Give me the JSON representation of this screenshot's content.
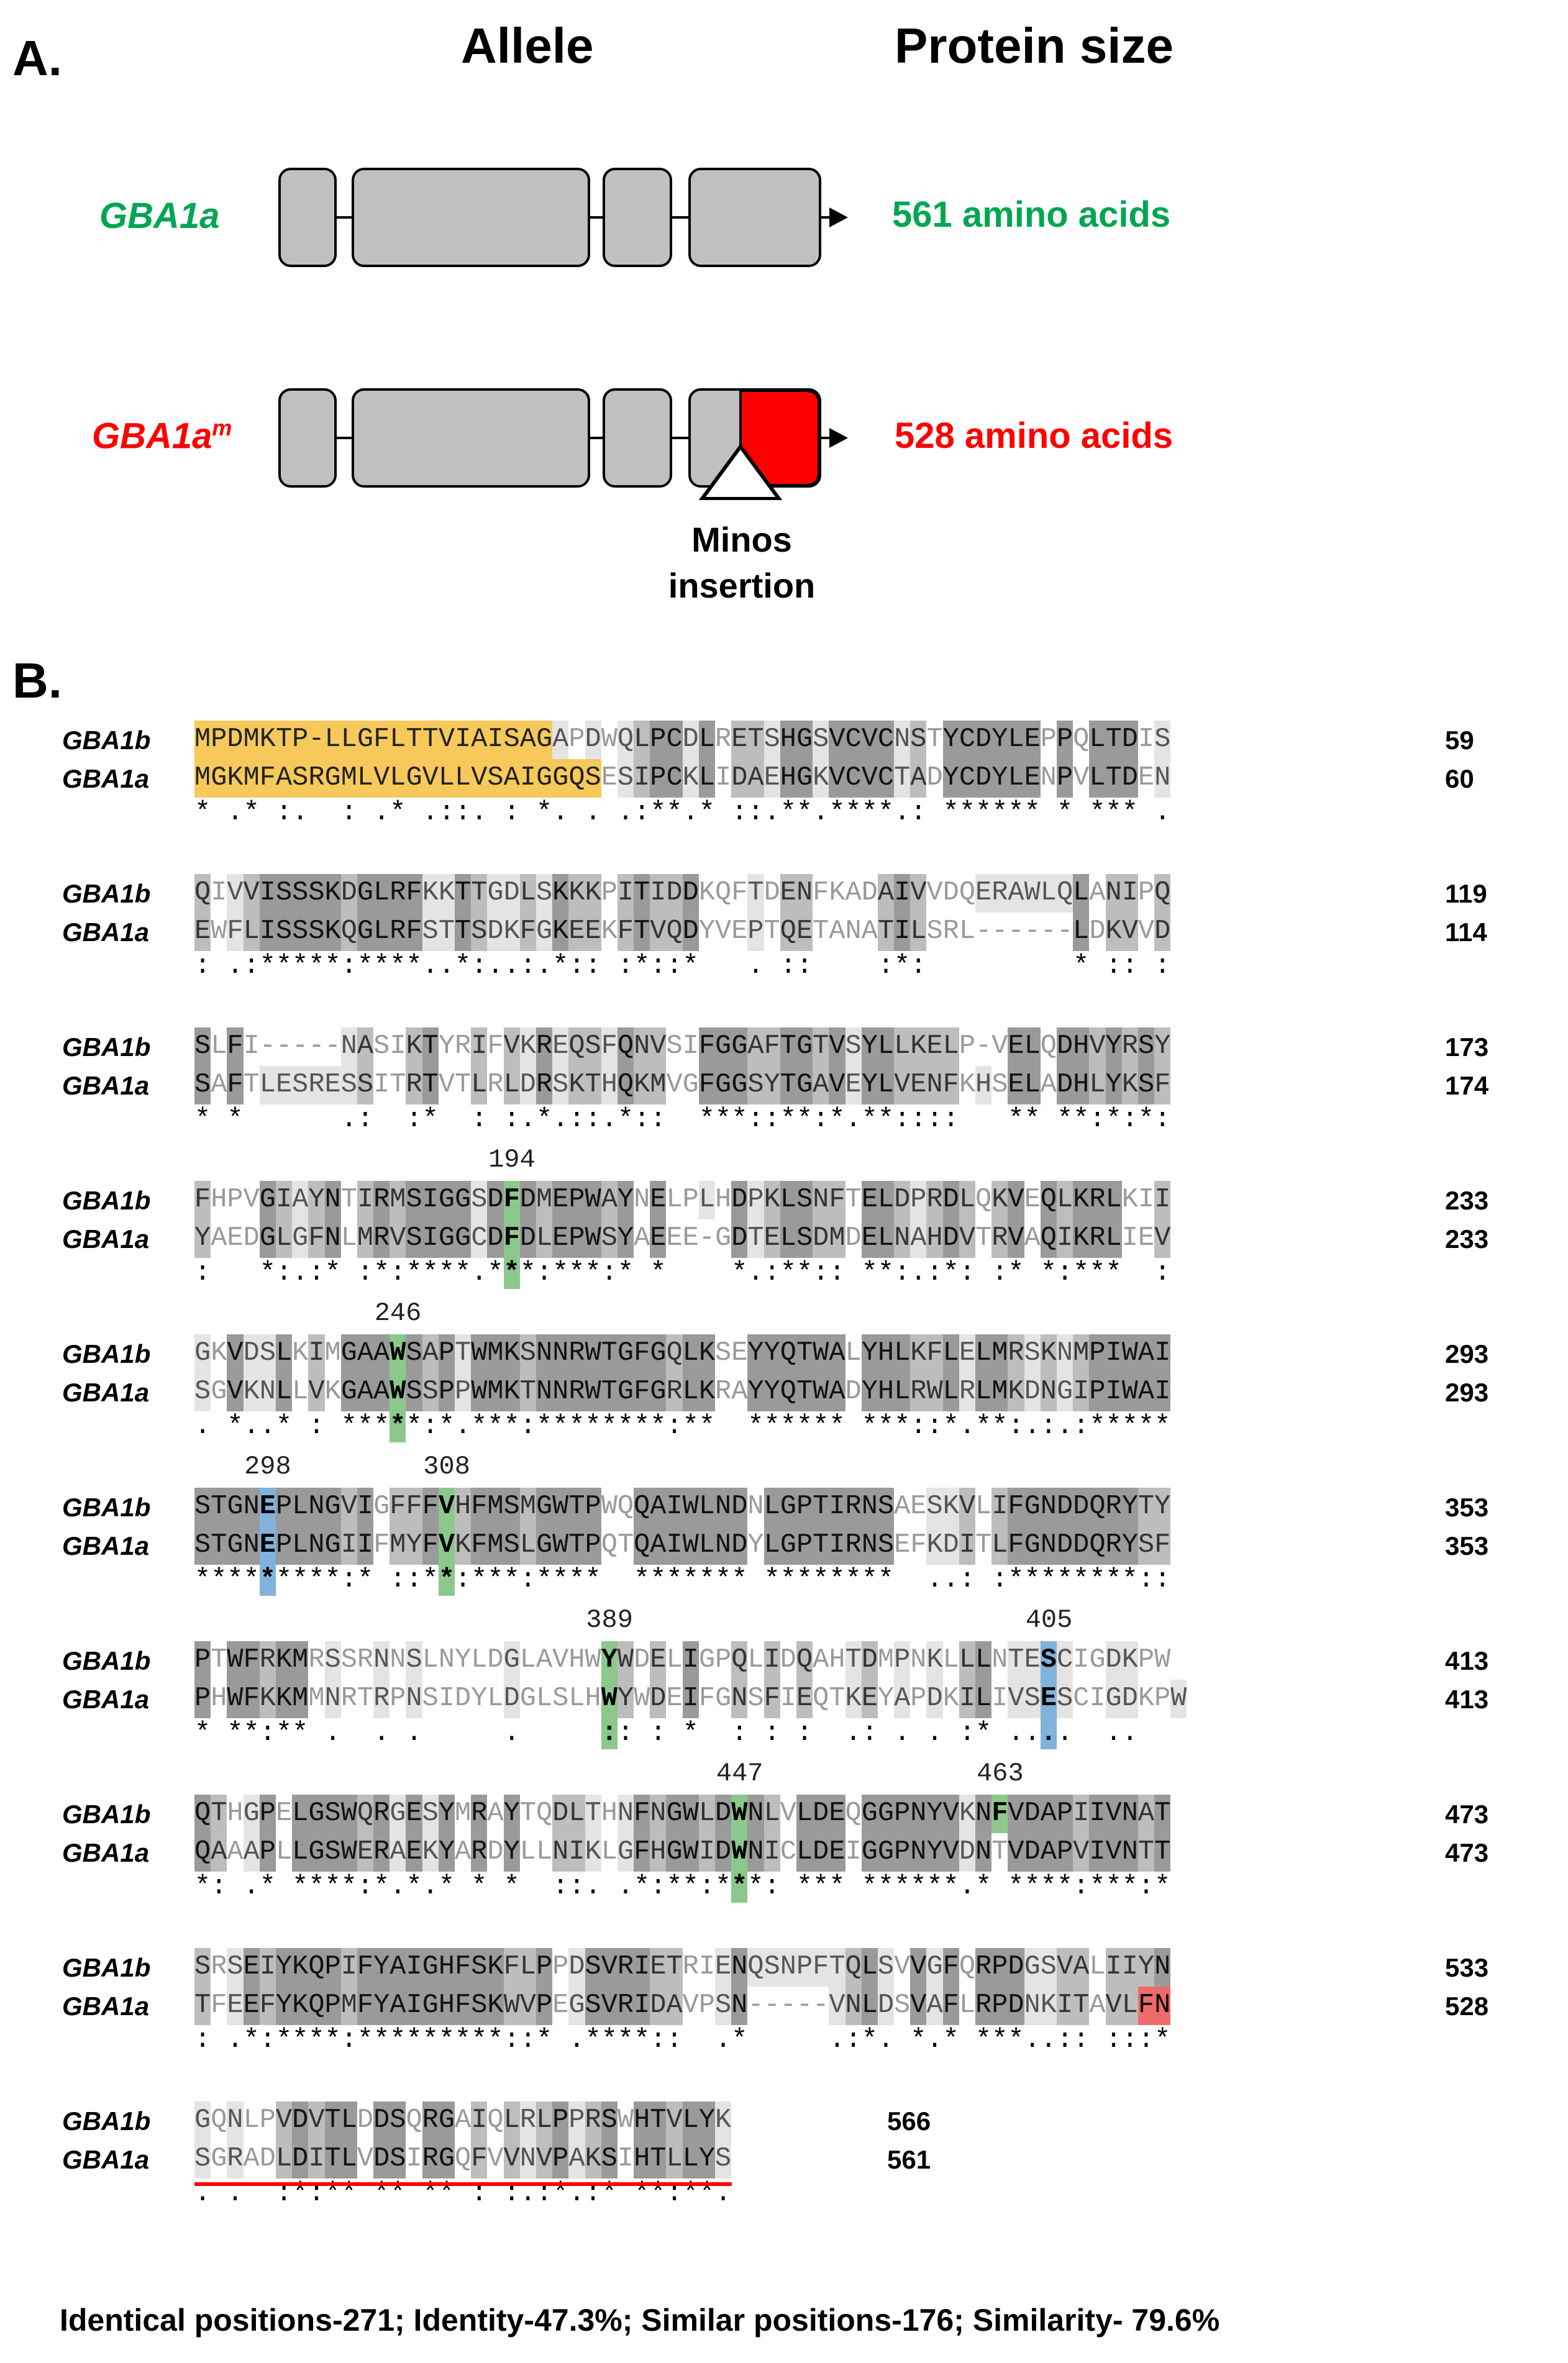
{
  "panelA": {
    "label": "A.",
    "header_allele": "Allele",
    "header_size": "Protein size",
    "alleles": [
      {
        "name": "GBA1a",
        "size": "561 amino acids",
        "color": "#00a651"
      },
      {
        "name": "GBA1a",
        "sup": "m",
        "size": "528 amino acids",
        "color": "#ff0000"
      }
    ],
    "exon_color": "#c0c0c0",
    "insert_color": "#ff0000",
    "insertion_label": "Minos insertion"
  },
  "panelB": {
    "label": "B.",
    "seq_names": [
      "GBA1b",
      "GBA1a"
    ],
    "blocks": [
      {
        "a": "MPDMKTP-LLGFLTTVIAISAGAPDWQLPCDLRETSHGSVCVCNSTYCDYLEPPQLTDIS",
        "b": "MGKMFASRGMLVLGVLLVSAIGGQSESIPCKLIDAEHGKVCVCTADYCDYLENPVLTDEN",
        "na": "59",
        "nb": "60"
      },
      {
        "a": "QIVVISSSKDGLRFKKTTGDLSKKKPITIDDKQFTDENFKADAIVVDQERAWLQLANIPQ",
        "b": "EWFLISSSKQGLRFSTTSDKFGKEEKFTVQDYVEPTQETANATILSRL------LDKVVD",
        "na": "119",
        "nb": "114"
      },
      {
        "a": "SLFI-----NASIKTYRIFVKREQSFQNVSIFGGAFTGTVSYLLKELP-VELQDHVYRSY",
        "b": "SAFTLESRESSITRTVTLRLDRSKTHQKMVGFGGSYTGAVEYLVENFKHSELADHLYKSF",
        "na": "173",
        "nb": "174"
      },
      {
        "a": "FHPVGIAYNTIRMSIGGSDFDMEPWAYNELPLHDPKLSNFTELDPRDLQKVEQLKRLKII",
        "b": "YAEDGLGFNLMRVSIGGCDFDLEPWSYAEEE-GDTELSDMDELNAHDVTRVAQIKRLIEV",
        "na": "233",
        "nb": "233"
      },
      {
        "a": "GKVDSLKIMGAAWSAPTWMKSNNRWTGFGQLKSEYYQTWALYHLKFLELMRSKNMPIWAI",
        "b": "SGVKNLLVKGAAWSSPPWMKTNNRWTGFGRLKRAYYQTWADYHLRWLRLMKDNGIPIWAI",
        "na": "293",
        "nb": "293"
      },
      {
        "a": "STGNEPLNGVIGFFFVHFMSMGWTPWQQAIWLNDNLGPTIRNSAESKVLIFGNDDQRYTY",
        "b": "STGNEPLNGIIFMYFVKFMSLGWTPQTQAIWLNDYLGPTIRNSEFKDITLFGNDDQRYSF",
        "na": "353",
        "nb": "353"
      },
      {
        "a": "PTWFRKMRSSRNNSLNYLDGLAVHWYWDELIGPQLIDQAHTDMPNKLLLNTESCIGDKPW",
        "b": "PHWFKKMMNRTRPNSIDYLDGLSLHWYWDEIFGNSFIEQTKEYAPDKILIVSESCIGDKPW",
        "na": "413",
        "nb": "413"
      },
      {
        "a": "QTHGPELGSWQRGESYMRAYTQDLTHNFNGWLDWNLVLDEQGGPNYVKNFVDAPIIVNAT",
        "b": "QAAAPLLGSWERAEKYARDYLLNIKLGFHGWIDWNICLDEIGGPNYVDNTVDAPVIVNTT",
        "na": "473",
        "nb": "473"
      },
      {
        "a": "SRSEIYKQPIFYAIGHFSKFLPPDSVRIETRIENQSNPFTQLSVVGFQRPDGSVALIIYN",
        "b": "TFEEFYKQPMFYAIGHFSKWVPEGSVRIDAVPSN-----VNLDSVAFLRPDNKITAVLFN",
        "na": "533",
        "nb": "528"
      },
      {
        "a": "GQNLPVDVTLDDSQRGAIQLRLPPRSWHTVLYK",
        "b": "SGRADLDITLVDSIRGQFVVNVPAKSIHTLLYS",
        "na": "566",
        "nb": "561"
      }
    ],
    "positions": [
      "194",
      "246",
      "298",
      "308",
      "389",
      "405",
      "447",
      "463"
    ],
    "stats": "Identical positions-271; Identity-47.3%; Similar positions-176; Similarity- 79.6%"
  }
}
